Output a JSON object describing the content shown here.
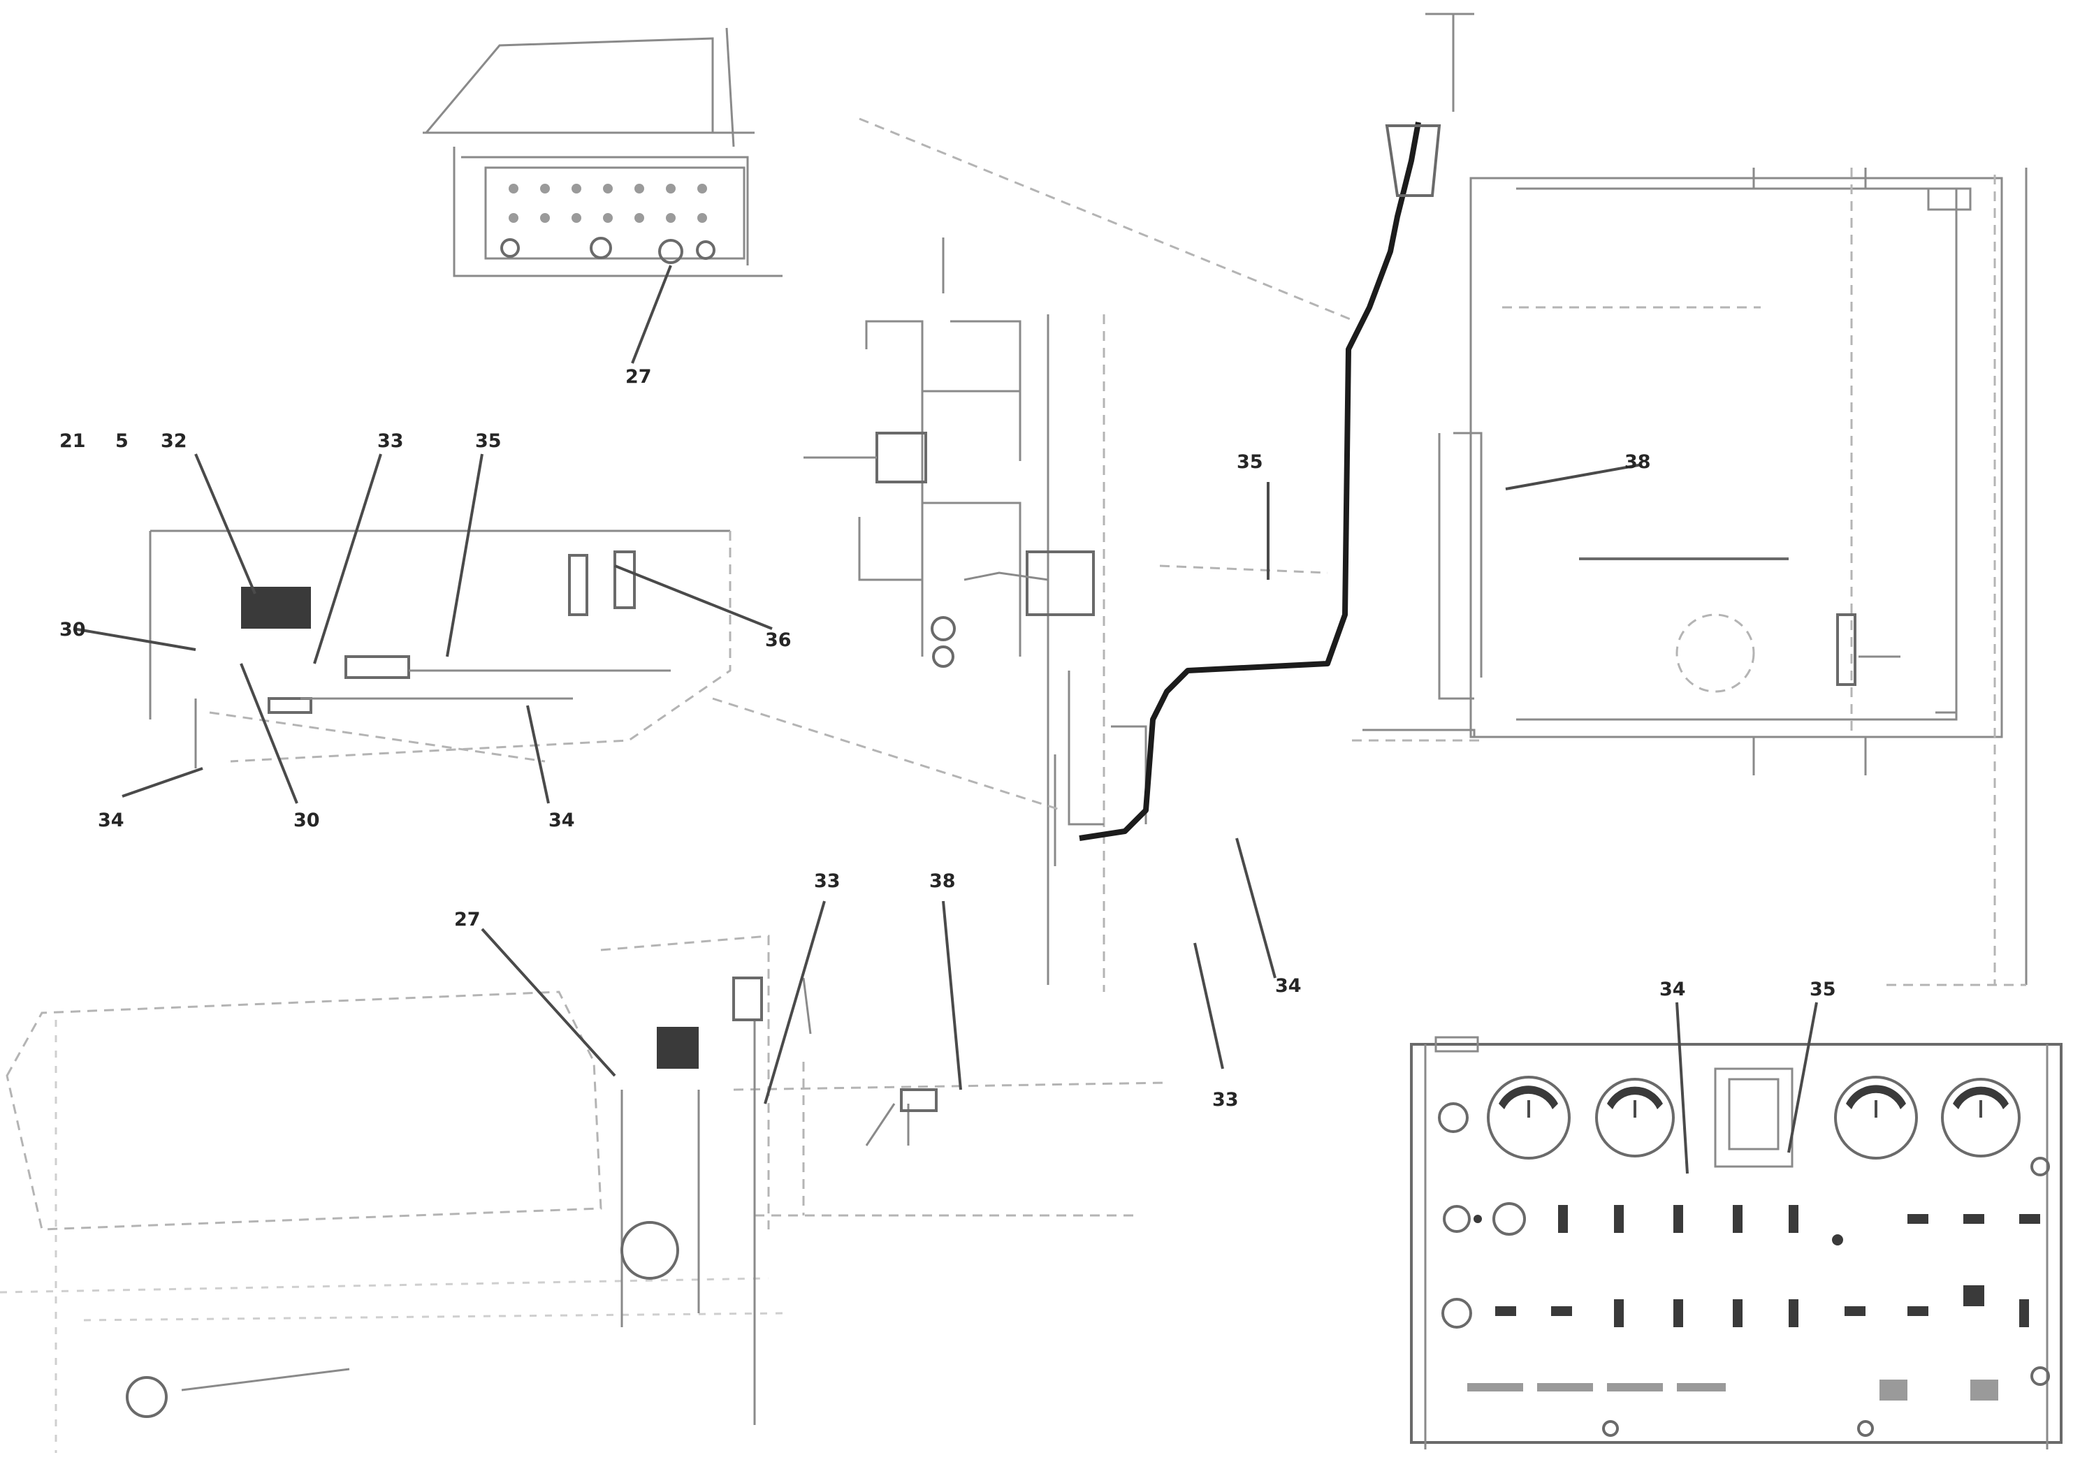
{
  "callouts": [
    {
      "id": "c1",
      "text": "27"
    },
    {
      "id": "c2",
      "text": "21"
    },
    {
      "id": "c3",
      "text": "5"
    },
    {
      "id": "c4",
      "text": "32"
    },
    {
      "id": "c5",
      "text": "33"
    },
    {
      "id": "c6",
      "text": "35"
    },
    {
      "id": "c7",
      "text": "30"
    },
    {
      "id": "c8",
      "text": "36"
    },
    {
      "id": "c9",
      "text": "34"
    },
    {
      "id": "c10",
      "text": "30"
    },
    {
      "id": "c11",
      "text": "34"
    },
    {
      "id": "c12",
      "text": "35"
    },
    {
      "id": "c13",
      "text": "38"
    },
    {
      "id": "c14",
      "text": "27"
    },
    {
      "id": "c15",
      "text": "33"
    },
    {
      "id": "c16",
      "text": "38"
    },
    {
      "id": "c17",
      "text": "34"
    },
    {
      "id": "c18",
      "text": "33"
    },
    {
      "id": "c19",
      "text": "34"
    },
    {
      "id": "c20",
      "text": "35"
    }
  ],
  "colors": {
    "line": "#8a8a8a",
    "cable": "#1c1c1c",
    "text": "#262626",
    "background": "#ffffff"
  }
}
